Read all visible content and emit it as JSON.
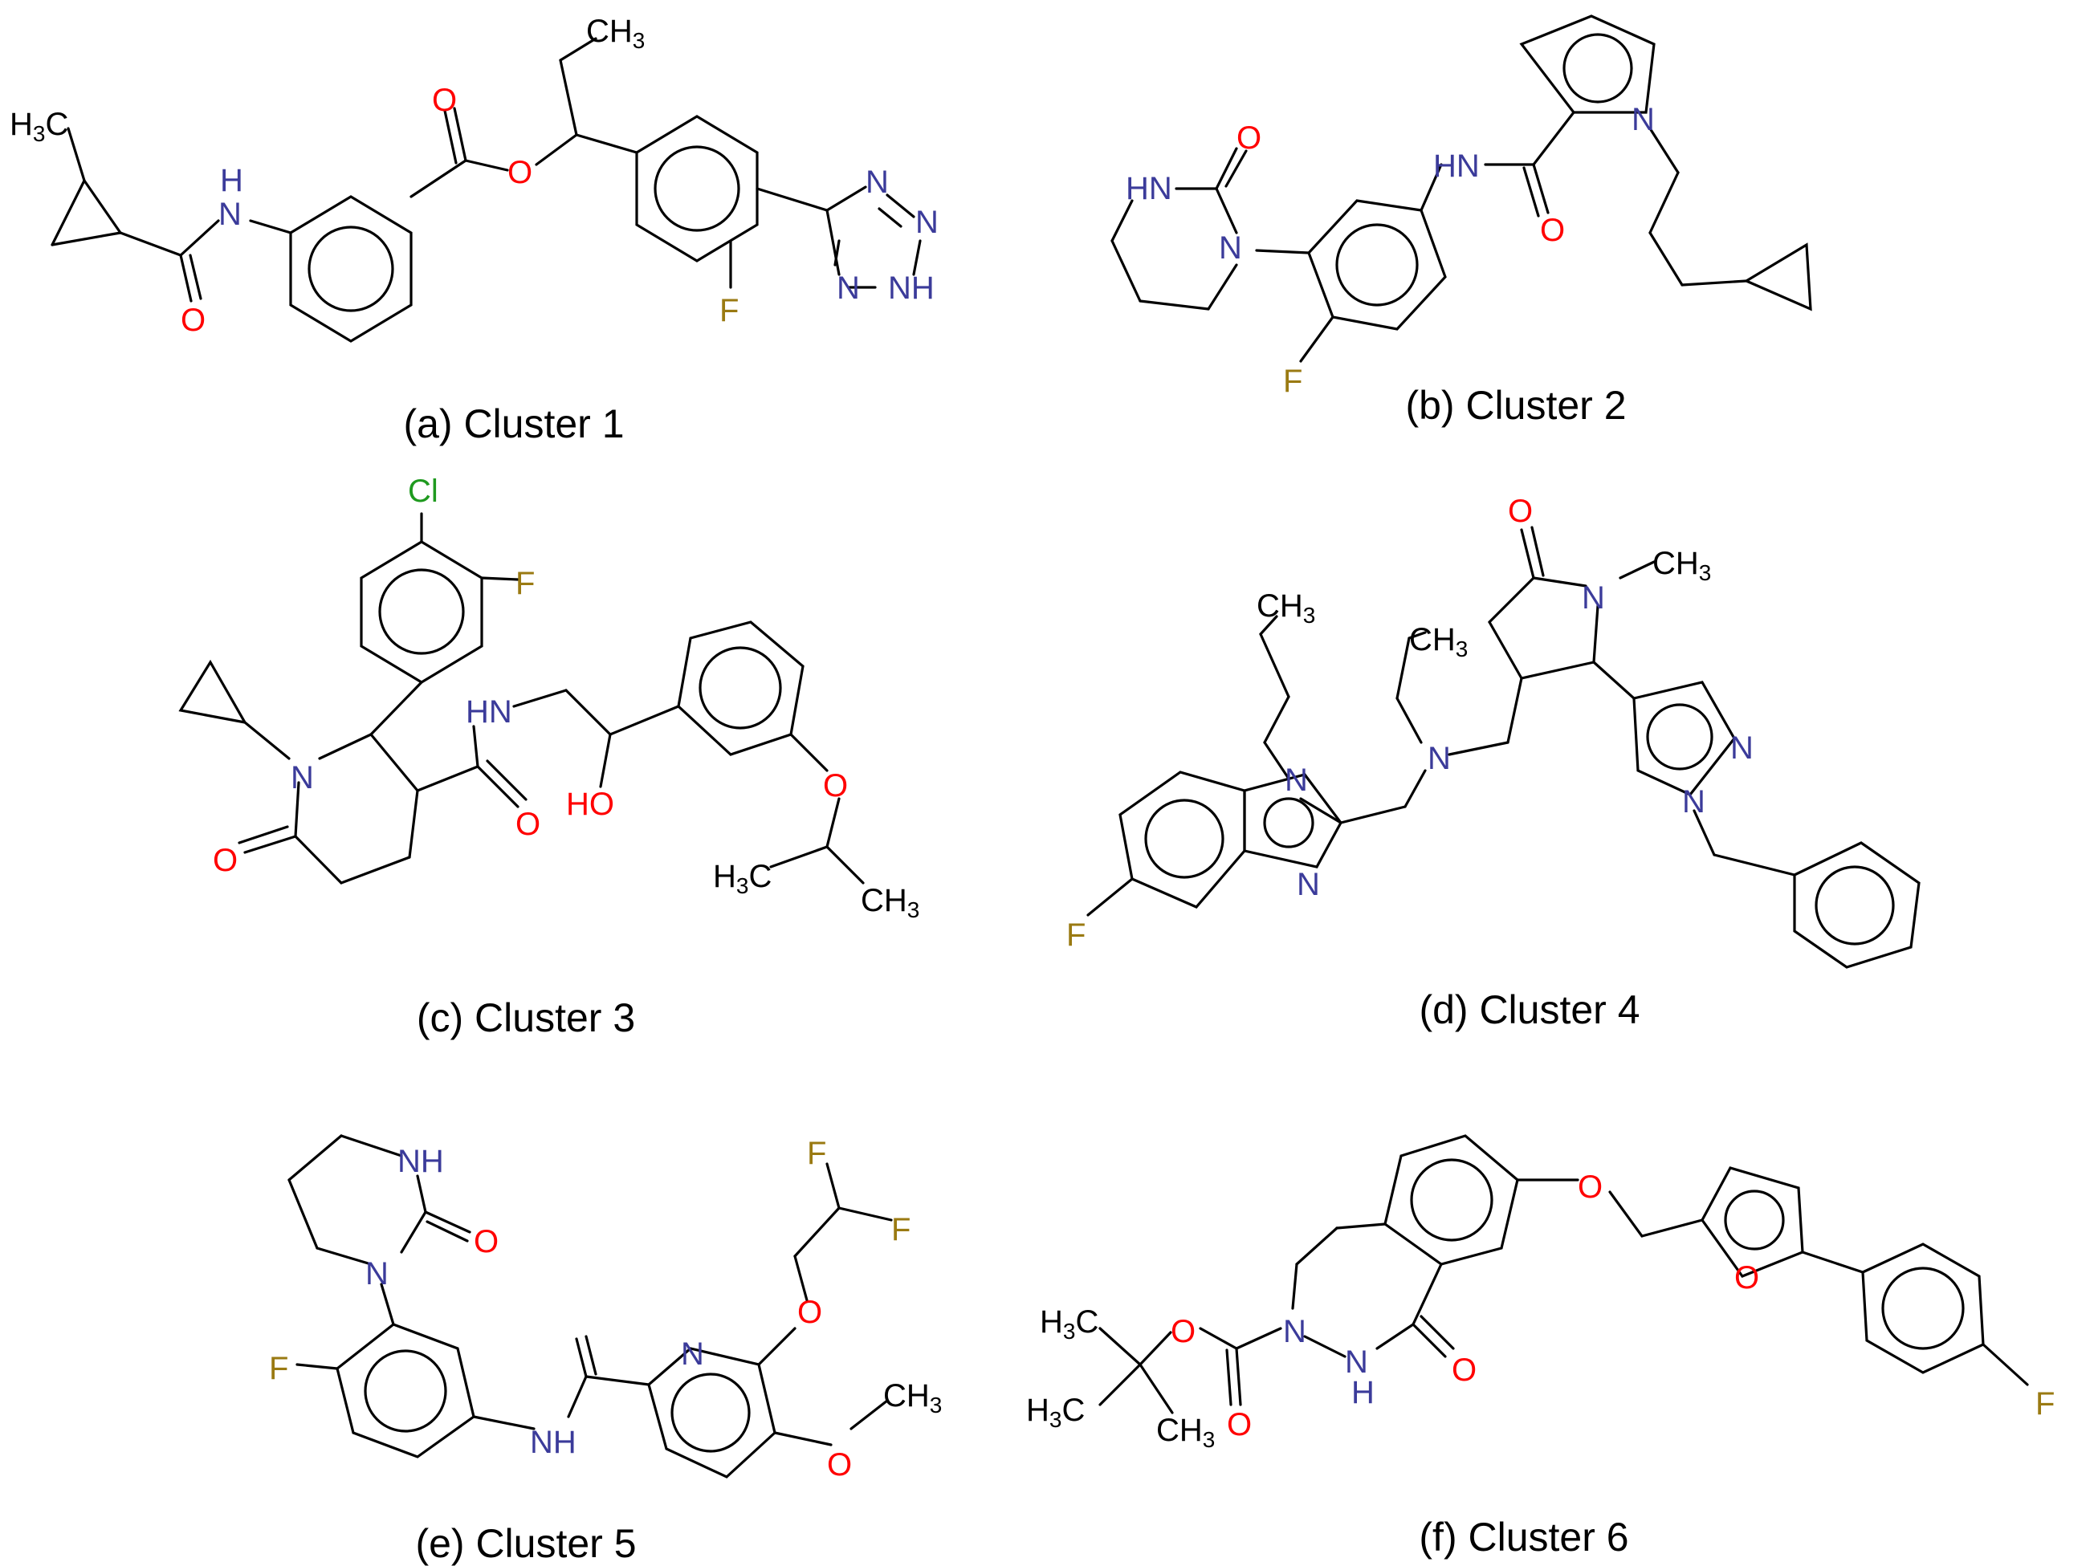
{
  "colors": {
    "bond": "#000000",
    "N": "#3b3b9a",
    "O": "#ff0000",
    "F": "#9a7a12",
    "Cl": "#1f9a1f",
    "C": "#000000",
    "caption": "#000000"
  },
  "panels": [
    {
      "id": "a",
      "caption": "(a) Cluster 1",
      "atoms": [
        {
          "label": "CH3",
          "el": "C"
        },
        {
          "label": "H3C",
          "el": "C"
        },
        {
          "label": "O",
          "el": "O"
        },
        {
          "label": "H",
          "el": "N"
        },
        {
          "label": "N",
          "el": "N"
        },
        {
          "label": "O",
          "el": "O"
        },
        {
          "label": "O",
          "el": "O"
        },
        {
          "label": "N",
          "el": "N"
        },
        {
          "label": "N",
          "el": "N"
        },
        {
          "label": "F",
          "el": "F"
        },
        {
          "label": "N",
          "el": "N"
        },
        {
          "label": "NH",
          "el": "N"
        }
      ]
    },
    {
      "id": "b",
      "caption": "(b) Cluster 2",
      "atoms": [
        {
          "label": "O",
          "el": "O"
        },
        {
          "label": "HN",
          "el": "N"
        },
        {
          "label": "HN",
          "el": "N"
        },
        {
          "label": "N",
          "el": "N"
        },
        {
          "label": "N",
          "el": "N"
        },
        {
          "label": "O",
          "el": "O"
        },
        {
          "label": "F",
          "el": "F"
        }
      ]
    },
    {
      "id": "c",
      "caption": "(c) Cluster 3",
      "atoms": [
        {
          "label": "Cl",
          "el": "Cl"
        },
        {
          "label": "F",
          "el": "F"
        },
        {
          "label": "HN",
          "el": "N"
        },
        {
          "label": "N",
          "el": "N"
        },
        {
          "label": "O",
          "el": "O"
        },
        {
          "label": "HO",
          "el": "O"
        },
        {
          "label": "O",
          "el": "O"
        },
        {
          "label": "O",
          "el": "O"
        },
        {
          "label": "H3C",
          "el": "C"
        },
        {
          "label": "CH3",
          "el": "C"
        }
      ]
    },
    {
      "id": "d",
      "caption": "(d) Cluster 4",
      "atoms": [
        {
          "label": "O",
          "el": "O"
        },
        {
          "label": "N",
          "el": "N"
        },
        {
          "label": "CH3",
          "el": "C"
        },
        {
          "label": "CH3",
          "el": "C"
        },
        {
          "label": "CH3",
          "el": "C"
        },
        {
          "label": "N",
          "el": "N"
        },
        {
          "label": "N",
          "el": "N"
        },
        {
          "label": "N",
          "el": "N"
        },
        {
          "label": "N",
          "el": "N"
        },
        {
          "label": "N",
          "el": "N"
        },
        {
          "label": "F",
          "el": "F"
        }
      ]
    },
    {
      "id": "e",
      "caption": "(e) Cluster 5",
      "atoms": [
        {
          "label": "F",
          "el": "F"
        },
        {
          "label": "NH",
          "el": "N"
        },
        {
          "label": "F",
          "el": "F"
        },
        {
          "label": "O",
          "el": "O"
        },
        {
          "label": "N",
          "el": "N"
        },
        {
          "label": "O",
          "el": "O"
        },
        {
          "label": "N",
          "el": "N"
        },
        {
          "label": "F",
          "el": "F"
        },
        {
          "label": "CH3",
          "el": "C"
        },
        {
          "label": "NH",
          "el": "N"
        },
        {
          "label": "O",
          "el": "O"
        }
      ]
    },
    {
      "id": "f",
      "caption": "(f) Cluster 6",
      "atoms": [
        {
          "label": "O",
          "el": "O"
        },
        {
          "label": "O",
          "el": "O"
        },
        {
          "label": "H3C",
          "el": "C"
        },
        {
          "label": "O",
          "el": "O"
        },
        {
          "label": "N",
          "el": "N"
        },
        {
          "label": "N",
          "el": "N"
        },
        {
          "label": "H",
          "el": "N"
        },
        {
          "label": "O",
          "el": "O"
        },
        {
          "label": "H3C",
          "el": "C"
        },
        {
          "label": "CH3",
          "el": "C"
        },
        {
          "label": "O",
          "el": "O"
        },
        {
          "label": "F",
          "el": "F"
        }
      ]
    }
  ]
}
